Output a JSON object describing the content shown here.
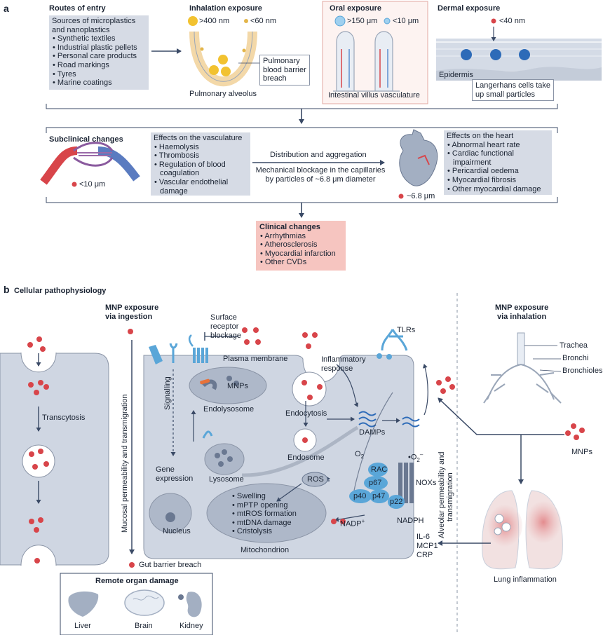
{
  "panel_a": {
    "label": "a",
    "routes": {
      "heading": "Routes of entry",
      "sources_title": "Sources of microplastics and nanoplastics",
      "sources": [
        "Synthetic textiles",
        "Industrial plastic pellets",
        "Personal care products",
        "Road markings",
        "Tyres",
        "Marine coatings"
      ]
    },
    "inhalation": {
      "heading": "Inhalation exposure",
      "size_large": ">400 nm",
      "size_small": "<60 nm",
      "callout": [
        "Pulmonary",
        "blood barrier",
        "breach"
      ],
      "caption": "Pulmonary alveolus"
    },
    "oral": {
      "heading": "Oral exposure",
      "size_large": ">150 μm",
      "size_small": "<10 μm",
      "caption": "Intestinal villus vasculature"
    },
    "dermal": {
      "heading": "Dermal exposure",
      "size": "<40 nm",
      "epidermis": "Epidermis",
      "callout": [
        "Langerhans cells take",
        "up small particles"
      ]
    },
    "subclinical": {
      "heading": "Subclinical changes",
      "size_vessel": "<10 μm",
      "vasculature_title": "Effects on the vasculature",
      "vasculature": [
        "Haemolysis",
        "Thrombosis",
        "Regulation of blood coagulation",
        "Vascular endothelial damage"
      ],
      "distribution": "Distribution and aggregation",
      "blockage": [
        "Mechanical blockage in the capillaries",
        "by particles of ~6.8 μm diameter"
      ],
      "size_heart": "~6.8 μm",
      "heart_title": "Effects on the heart",
      "heart": [
        "Abnormal heart rate",
        "Cardiac functional impairment",
        "Pericardial oedema",
        "Myocardial fibrosis",
        "Other myocardial damage"
      ]
    },
    "clinical": {
      "heading": "Clinical changes",
      "items": [
        "Arrhythmias",
        "Atherosclerosis",
        "Myocardial infarction",
        "Other CVDs"
      ]
    }
  },
  "panel_b": {
    "label": "b",
    "heading": "Cellular pathophysiology",
    "ingestion": [
      "MNP exposure",
      "via ingestion"
    ],
    "transcytosis": "Transcytosis",
    "mucosal": "Mucosal permeability and transmigration",
    "surface": [
      "Surface",
      "receptor",
      "blockage"
    ],
    "plasma_membrane": "Plasma membrane",
    "signalling": "Signalling",
    "mnps": "MNPs",
    "endolysosome": "Endolysosome",
    "gene": [
      "Gene",
      "expression"
    ],
    "lysosome": "Lysosome",
    "nucleus": "Nucleus",
    "mito_items": [
      "Swelling",
      "mPTP opening",
      "mtROS formation",
      "mtDNA damage",
      "Cristolysis"
    ],
    "mitochondrion": "Mitochondrion",
    "ros": "ROS",
    "endocytosis": "Endocytosis",
    "endosome": "Endosome",
    "inflammatory": [
      "Inflammatory",
      "response"
    ],
    "damps": "DAMPs",
    "tlrs": "TLRs",
    "o2": "O",
    "o2_sub": "2",
    "superoxide": "•O",
    "superoxide_sub": "2",
    "superoxide_sup": "–",
    "rac": "RAC",
    "p67": "p67",
    "p40": "p40",
    "p47": "p47",
    "p22": "p22",
    "noxs": "NOXs",
    "nadp": "NADP",
    "nadp_sup": "+",
    "nadph": "NADPH",
    "gut_breach": "Gut barrier breach",
    "remote": {
      "heading": "Remote organ damage",
      "organs": [
        "Liver",
        "Brain",
        "Kidney"
      ]
    },
    "alveolar": [
      "Alveolar permeability and",
      "transmigration"
    ],
    "cytokines": [
      "IL-6",
      "MCP1",
      "CRP"
    ],
    "inhalation": [
      "MNP exposure",
      "via inhalation"
    ],
    "airways": [
      "Trachea",
      "Bronchi",
      "Bronchioles"
    ],
    "mnps_right": "MNPs",
    "lung": "Lung inflammation"
  },
  "colors": {
    "box": "#d6dbe5",
    "pink_box": "#f6c5c0",
    "particle": "#d8454a",
    "cell": "#cfd6e2",
    "blue": "#5aa6d8",
    "arrow": "#3a4a66"
  }
}
